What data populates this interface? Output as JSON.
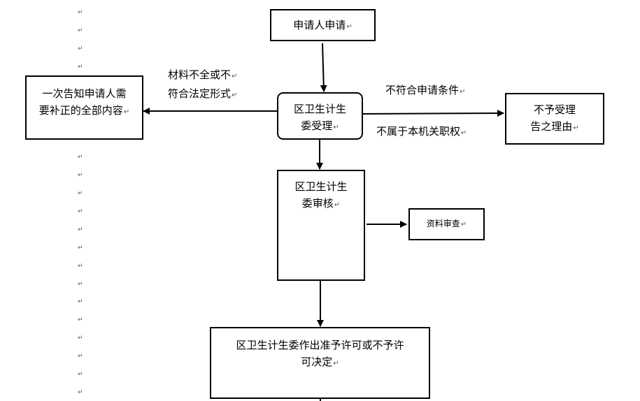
{
  "nodes": {
    "apply": {
      "lines": [
        "申请人申请"
      ]
    },
    "accept": {
      "lines": [
        "区卫生计生",
        "委受理"
      ]
    },
    "notify": {
      "lines": [
        "一次告知申请人需",
        "要补正的全部内容"
      ]
    },
    "reject": {
      "lines": [
        "不予受理",
        "告之理由"
      ]
    },
    "review": {
      "lines": [
        "区卫生计生",
        "委审核"
      ]
    },
    "docs": {
      "lines": [
        "资料审查"
      ]
    },
    "decision": {
      "lines": [
        "区卫生计生委作出准予许可或不予许",
        "可决定"
      ]
    }
  },
  "edge_labels": {
    "incomplete": [
      "材料不全或不",
      "符合法定形式"
    ],
    "reject_top": "不符合申请条件",
    "reject_bottom": "不属于本机关职权"
  },
  "return_mark": "↵"
}
